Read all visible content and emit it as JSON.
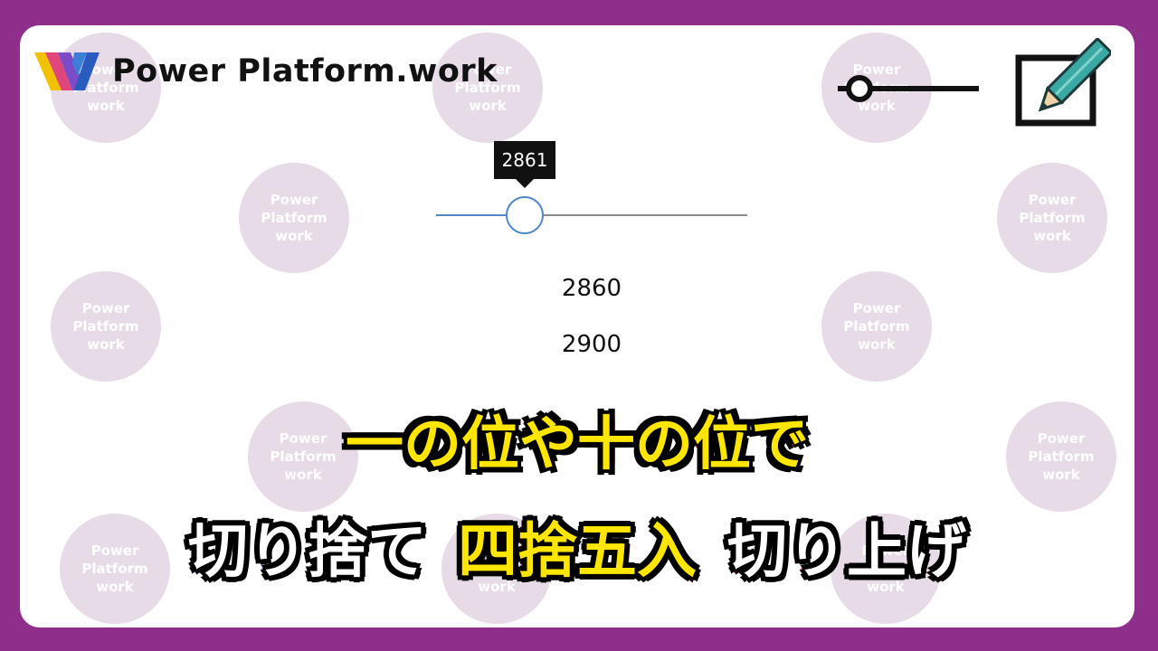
{
  "brand": {
    "name": "Power Platform.work"
  },
  "watermark": {
    "text": "Power\nPlatform\nwork"
  },
  "slider": {
    "value": 2861,
    "min": 0,
    "max": 10000,
    "tooltip": "2861"
  },
  "results": {
    "rounded_down": "2860",
    "rounded_up": "2900"
  },
  "headline": {
    "line1": "一の位や十の位で",
    "word1": "切り捨て",
    "word2": "四捨五入",
    "word3": "切り上げ"
  },
  "colors": {
    "frame": "#8e2f8c",
    "slider_accent": "#4f86c6",
    "headline_yellow": "#ffe600",
    "headline_red": "#e1131b",
    "headline_blue": "#1b4fc4"
  },
  "icons": {
    "slider": "slider-icon",
    "edit": "edit-pencil-icon",
    "logo": "power-platform-logo-icon"
  }
}
